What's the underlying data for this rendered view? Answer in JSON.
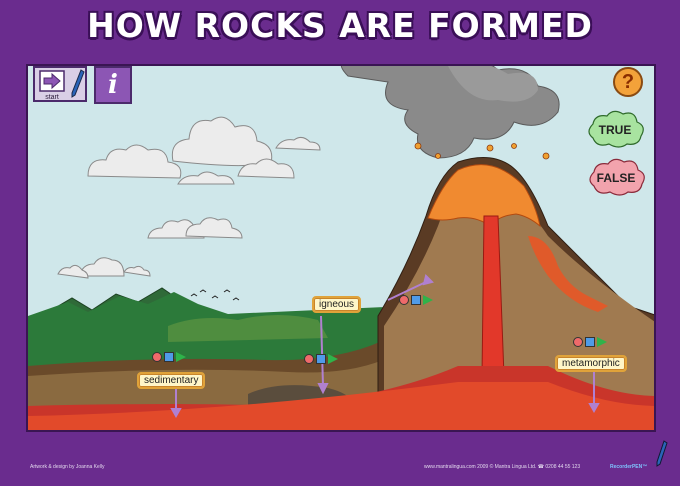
{
  "title": "HOW ROCKS ARE FORMED",
  "toolbar": {
    "start_label": "start",
    "info_label": "i",
    "help_label": "?"
  },
  "answers": {
    "true_label": "TRUE",
    "false_label": "FALSE"
  },
  "rock_labels": {
    "igneous": "igneous",
    "sedimentary": "sedimentary",
    "metamorphic": "metamorphic"
  },
  "footer": {
    "credit": "Artwork & design by Joanna Kelly",
    "copyright": "www.mantralingua.com  2009 © Mantra Lingua Ltd.  ☎ 0208 44 55 123",
    "brand": "RecorderPEN™"
  },
  "colors": {
    "frame": "#6a2c8e",
    "sky": "#cfe7ea",
    "lava": "#e2382a",
    "magma_layer": "#c9352a",
    "true_cloud": "#a8e3a0",
    "false_cloud": "#f2a3ad"
  }
}
